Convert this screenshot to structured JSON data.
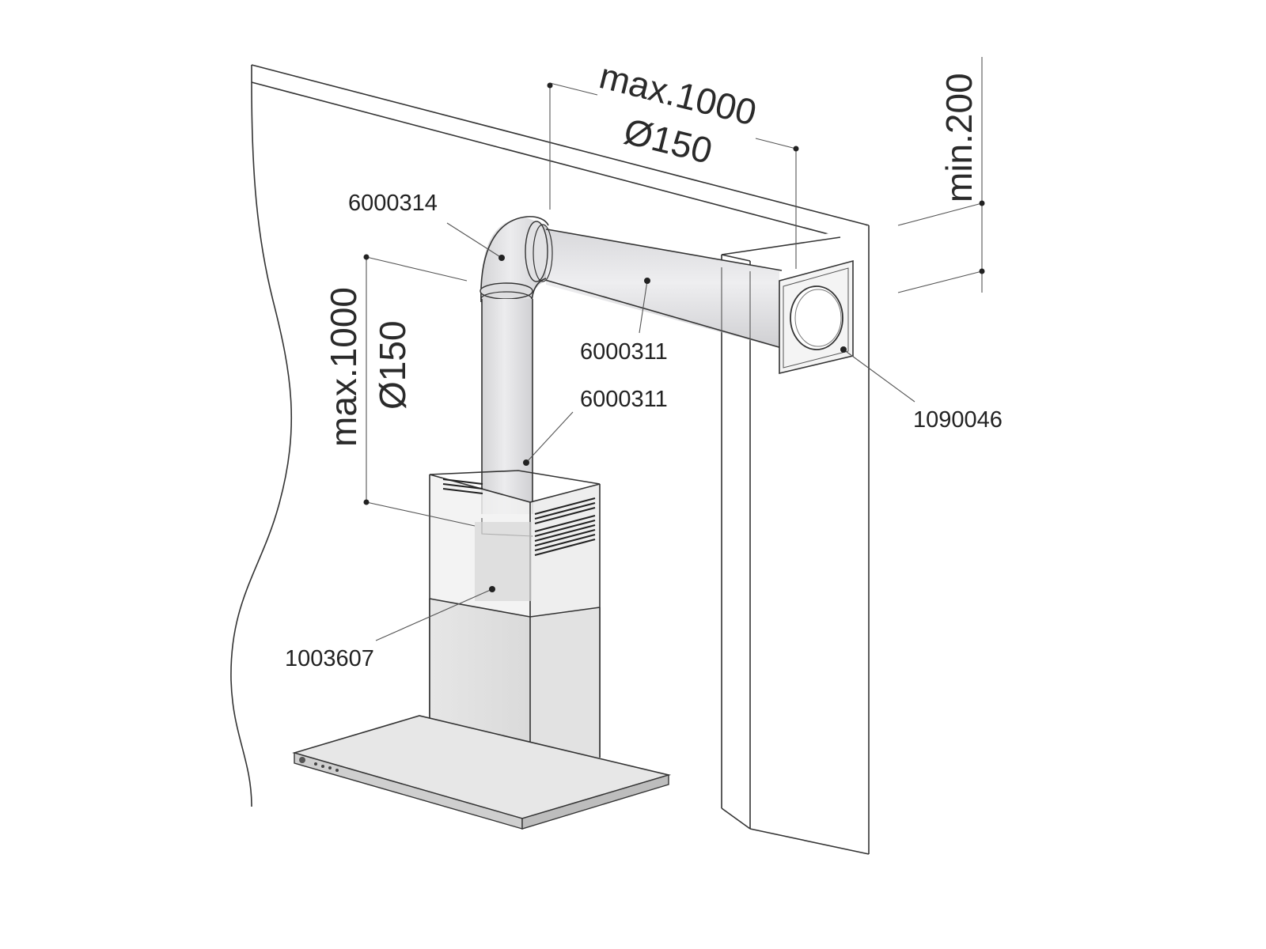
{
  "parts": {
    "bend": "6000314",
    "horizontal_pipe": "6000311",
    "vertical_pipe": "6000311",
    "wall_box": "1090046",
    "hood": "1003607"
  },
  "dimensions": {
    "horizontal_length": "max.1000",
    "horizontal_diameter": "Ø150",
    "vertical_length": "max.1000",
    "vertical_diameter": "Ø150",
    "ceiling_clearance": "min.200"
  },
  "colors": {
    "line": "#333333",
    "pipe_fill": "#e6e6e8",
    "pipe_shade": "#d2d2d5",
    "hood_fill": "#dcdcdc",
    "glass": "#eeeeee"
  }
}
